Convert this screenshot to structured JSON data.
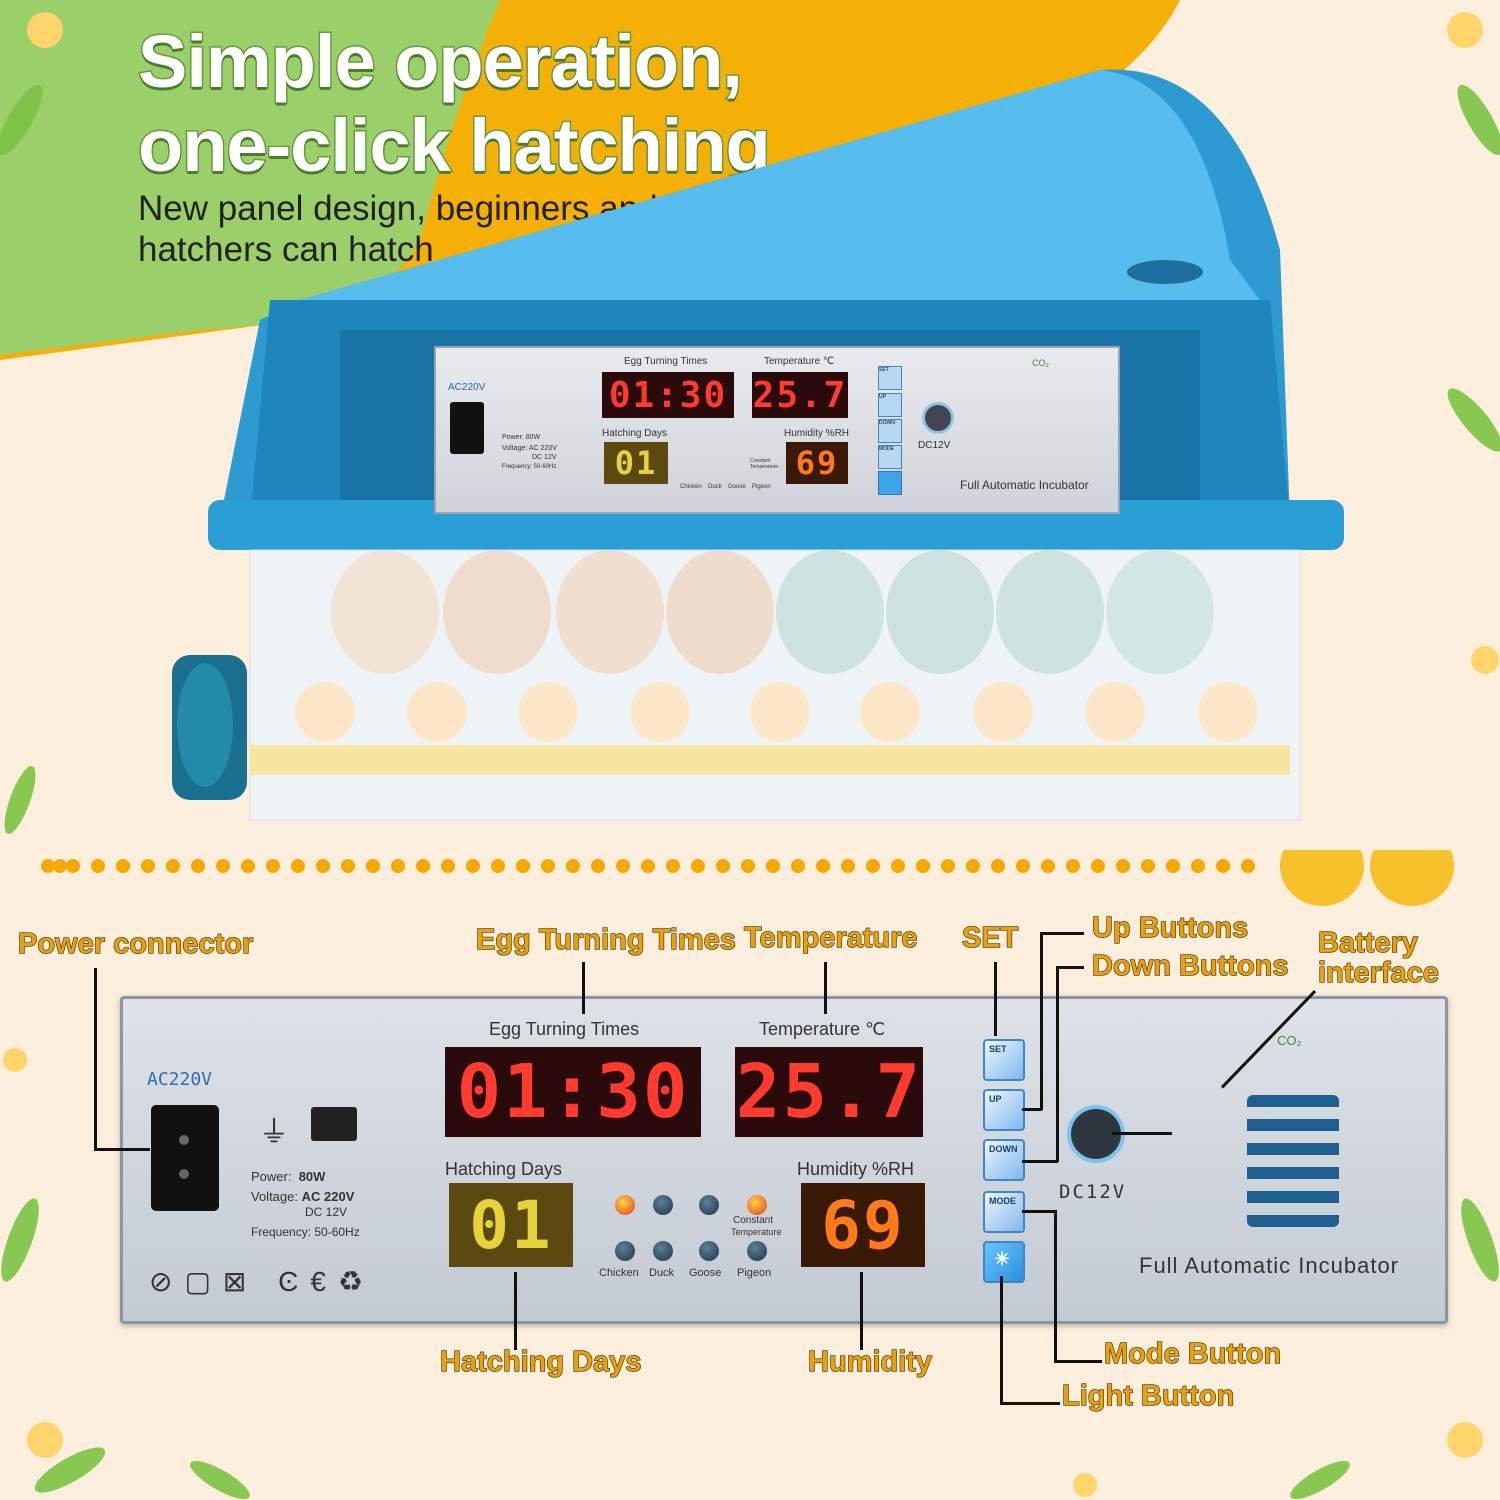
{
  "headline": {
    "line1": "Simple operation,",
    "line2": "one-click hatching",
    "subtitle": "New panel design, beginners and experienced hatchers can hatch"
  },
  "small_panel": {
    "voltage_label": "AC220V",
    "egg_turning_label": "Egg Turning Times",
    "temperature_label": "Temperature ℃",
    "hatching_days_label": "Hatching Days",
    "humidity_label": "Humidity %RH",
    "egg_turning_value": "01:30",
    "temperature_value": "25.7",
    "hatching_days_value": "01",
    "humidity_value": "69",
    "dc_label": "DC12V",
    "brand": "Full Automatic Incubator",
    "power": "Power:  80W",
    "voltage": "Voltage: AC 220V",
    "dc": "DC 12V",
    "frequency": "Frequency: 50-60Hz",
    "buttons": [
      "SET",
      "UP",
      "DOWN",
      "MODE"
    ],
    "modes": [
      "Chicken",
      "Duck",
      "Goose",
      "Pigeon"
    ],
    "constant_temp": "Constant Temperature",
    "co2": "CO₂"
  },
  "big_panel": {
    "voltage_label": "AC220V",
    "egg_turning_label": "Egg Turning Times",
    "temperature_label": "Temperature ℃",
    "hatching_days_label": "Hatching Days",
    "humidity_label": "Humidity %RH",
    "egg_turning_value": "01:30",
    "temperature_value": "25.7",
    "hatching_days_value": "01",
    "humidity_value": "69",
    "dc_label": "DC12V",
    "brand": "Full Automatic Incubator",
    "power_label": "Power:",
    "power_value": "80W",
    "voltage_label2": "Voltage:",
    "voltage_value": "AC 220V",
    "dc_value": "DC 12V",
    "frequency": "Frequency: 50-60Hz",
    "buttons": [
      "SET",
      "UP",
      "DOWN",
      "MODE"
    ],
    "modes": [
      "Chicken",
      "Duck",
      "Goose",
      "Pigeon"
    ],
    "constant_temp_1": "Constant",
    "constant_temp_2": "Temperature",
    "co2": "CO₂"
  },
  "callouts": {
    "power_connector": "Power connector",
    "egg_turning_times": "Egg Turning Times",
    "temperature": "Temperature",
    "set": "SET",
    "up_buttons": "Up Buttons",
    "down_buttons": "Down Buttons",
    "battery_1": "Battery",
    "battery_2": "interface",
    "hatching_days": "Hatching Days",
    "humidity": "Humidity",
    "mode_button": "Mode Button",
    "light_button": "Light Button"
  },
  "colors": {
    "background": "#fbeedd",
    "green_shape": "#9bcf6a",
    "orange_shape": "#f5b007",
    "incubator_blue": "#2a9fd6",
    "callout_text": "#e8a010"
  }
}
